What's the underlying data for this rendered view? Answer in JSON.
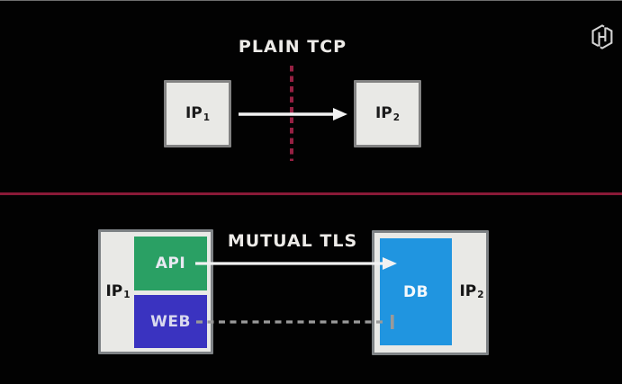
{
  "brand": {
    "logo_icon": "hashicorp-hexagon-h",
    "logo_color": "#d4d4d4"
  },
  "top_panel": {
    "title": "PLAIN TCP",
    "left_box": {
      "base": "IP",
      "sub": "1"
    },
    "right_box": {
      "base": "IP",
      "sub": "2"
    },
    "connection": {
      "from": "IP1",
      "to": "IP2",
      "style": "solid-white-arrow"
    },
    "boundary": {
      "style": "vertical-dotted-line",
      "color": "#952042"
    }
  },
  "bottom_panel": {
    "title": "MUTUAL TLS",
    "left_node": {
      "label": {
        "base": "IP",
        "sub": "1"
      },
      "services": [
        {
          "name": "API",
          "color": "#2aa064"
        },
        {
          "name": "WEB",
          "color": "#3a33c0"
        }
      ]
    },
    "right_node": {
      "label": {
        "base": "IP",
        "sub": "2"
      },
      "services": [
        {
          "name": "DB",
          "color": "#2095e0"
        }
      ]
    },
    "connections": [
      {
        "from": "API",
        "to": "DB",
        "style": "solid-white-arrow"
      },
      {
        "from": "WEB",
        "to": "DB",
        "style": "dashed-gray-blocked"
      }
    ]
  },
  "colors": {
    "background": "#020202",
    "box_fill": "#e9e9e6",
    "box_border": "#828282",
    "divider_red": "#8a1937",
    "dotted_red": "#952042",
    "arrow_white": "#f2f2f2",
    "dashed_gray": "#9a9a9a",
    "title_text": "#edebe8",
    "label_text": "#1b1b1b"
  }
}
